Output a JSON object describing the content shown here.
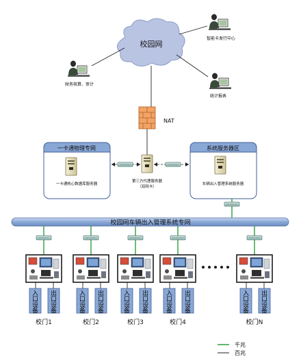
{
  "cloud": {
    "label": "校园网"
  },
  "clients": {
    "top_right": "智能卡发行中心",
    "left": "财务核算、审计",
    "right": "统计报表"
  },
  "firewall": {
    "label": "NAT"
  },
  "left_zone": {
    "title": "一卡通物理专网",
    "server_label": "一卡通核心数据库服务器"
  },
  "right_zone": {
    "title": "系统服务器区",
    "server_label": "车辆出入管理系统服务器"
  },
  "middle_server": {
    "line1": "第三方代理服务器",
    "line2": "（双网卡）"
  },
  "bus": {
    "label": "校园网车辆出入管理系统专网"
  },
  "gates": [
    {
      "name": "校门1",
      "entry": "入口设备",
      "exit": "出口设备"
    },
    {
      "name": "校门2",
      "entry": "入口设备",
      "exit": "出口设备"
    },
    {
      "name": "校门3",
      "entry": "入口设备",
      "exit": "出口设备"
    },
    {
      "name": "校门4",
      "entry": "入口设备",
      "exit": "出口设备"
    },
    {
      "name": "校门N",
      "entry": "入口设备",
      "exit": "出口设备"
    }
  ],
  "legend": [
    {
      "label": "千兆",
      "color": "#2e9e3a"
    },
    {
      "label": "百兆",
      "color": "#222222"
    }
  ],
  "colors": {
    "cloud": "#b9c4e3",
    "bus": "#8aa8d6",
    "gigabit": "#2e9e3a",
    "fast": "#222222",
    "firewall": "#e7823c"
  }
}
